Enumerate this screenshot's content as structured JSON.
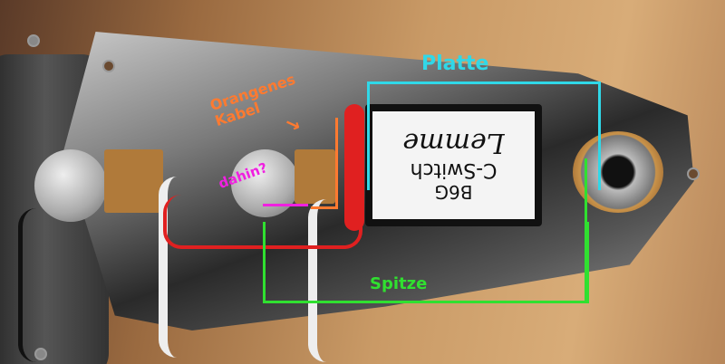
{
  "switch_label": {
    "brand": "Lemme",
    "model": "C-Switch",
    "code": "B6G"
  },
  "annotations": {
    "orange": "Orangenes Kabel",
    "cyan": "Platte",
    "green": "Spitze",
    "magenta": "dahin?"
  },
  "colors": {
    "orange": "#ff7a30",
    "cyan": "#30d8e8",
    "green": "#30e030",
    "magenta": "#f020e0"
  }
}
